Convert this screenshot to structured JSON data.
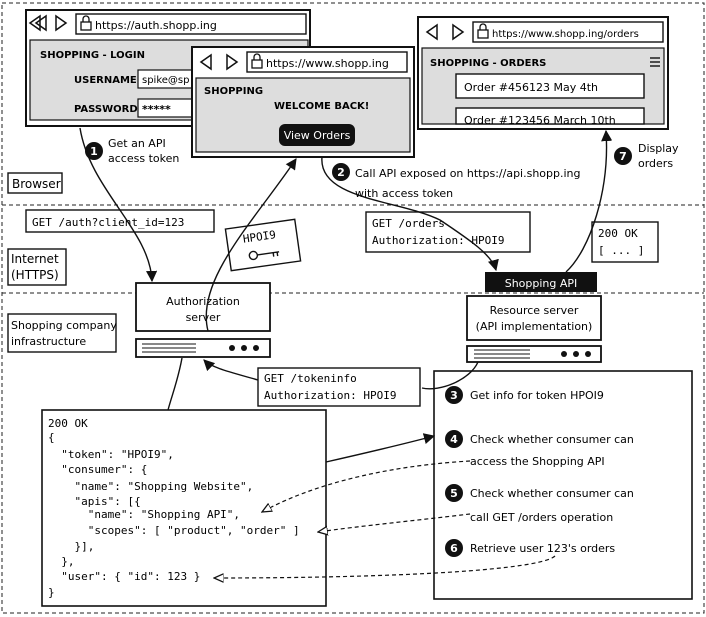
{
  "zones": {
    "browser": "Browser",
    "internet_1": "Internet",
    "internet_2": "(HTTPS)",
    "infra_1": "Shopping company",
    "infra_2": "infrastructure"
  },
  "browsers": {
    "login": {
      "url": "https://auth.shopp.ing",
      "title": "SHOPPING - LOGIN",
      "username_label": "USERNAME",
      "username_value": "spike@sp",
      "password_label": "PASSWORD",
      "password_value": "*****"
    },
    "home": {
      "url": "https://www.shopp.ing",
      "title": "SHOPPING",
      "welcome": "WELCOME BACK!",
      "button": "View Orders"
    },
    "orders": {
      "url": "https://www.shopp.ing/orders",
      "title": "SHOPPING - ORDERS",
      "order_1": "Order #456123 May 4th",
      "order_2": "Order #123456 March 10th"
    }
  },
  "steps": {
    "s1": {
      "num": "1",
      "line1": "Get an API",
      "line2": "access token"
    },
    "s2": {
      "num": "2",
      "line1": "Call API exposed on https://api.shopp.ing",
      "line2": "with access token"
    },
    "s3": {
      "num": "3",
      "line1": "Get info for token HPOI9"
    },
    "s4": {
      "num": "4",
      "line1": "Check whether consumer can",
      "line2": "access the Shopping API"
    },
    "s5": {
      "num": "5",
      "line1": "Check whether consumer can",
      "line2": "call GET /orders operation"
    },
    "s6": {
      "num": "6",
      "line1": "Retrieve user 123's orders"
    },
    "s7": {
      "num": "7",
      "line1": "Display",
      "line2": "orders"
    }
  },
  "requests": {
    "auth": "GET /auth?client_id=123",
    "token": "HPOI9",
    "orders_line1": "GET /orders",
    "orders_line2": "Authorization: HPOI9",
    "ok_line1": "200 OK",
    "ok_line2": "[ ... ]",
    "tokeninfo_line1": "GET /tokeninfo",
    "tokeninfo_line2": "Authorization: HPOI9"
  },
  "servers": {
    "auth_1": "Authorization",
    "auth_2": "server",
    "api_label": "Shopping API",
    "resource_1": "Resource server",
    "resource_2": "(API implementation)"
  },
  "json_response": [
    "200 OK",
    "{",
    "  \"token\": \"HPOI9\",",
    "  \"consumer\": {",
    "    \"name\": \"Shopping Website\",",
    "    \"apis\": [{",
    "      \"name\": \"Shopping API\",",
    "      \"scopes\": [ \"product\", \"order\" ]",
    "    }],",
    "  },",
    "  \"user\": { \"id\": 123 }",
    "}"
  ]
}
